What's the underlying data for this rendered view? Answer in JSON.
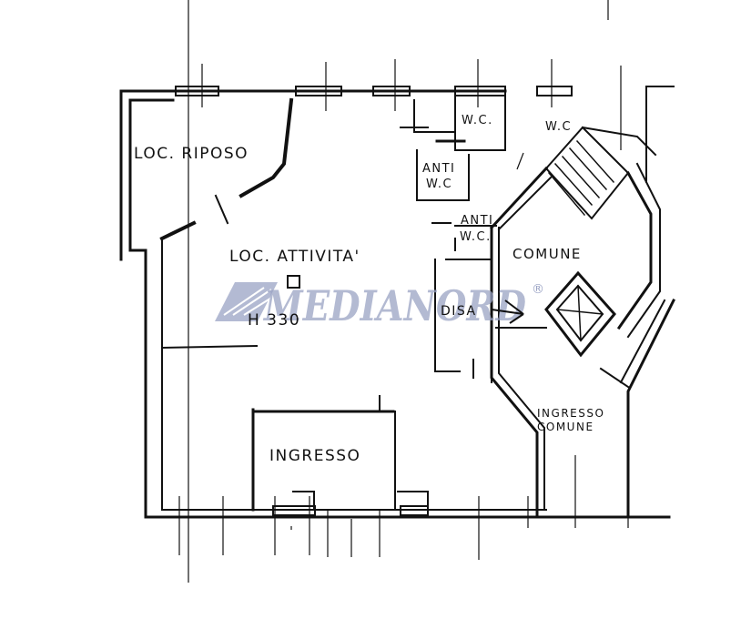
{
  "rooms": {
    "loc_riposo": "LOC. RIPOSO",
    "loc_attivita": "LOC. ATTIVITA'",
    "height": "H 330",
    "wc_1": "W.C.",
    "wc_2": "W.C",
    "anti_wc_1_line1": "ANTI",
    "anti_wc_1_line2": "W.C",
    "anti_wc_2_line1": "ANTI",
    "anti_wc_2_line2": "W.C.",
    "comune": "COMUNE",
    "disa": "DISA",
    "ingresso": "INGRESSO",
    "ingresso_comune_line1": "INGRESSO",
    "ingresso_comune_line2": "COMUNE"
  },
  "watermark": {
    "text": "MEDIANORD",
    "registered_mark": "®",
    "color": "#9aa3c4"
  },
  "colors": {
    "ink": "#111111",
    "background": "#ffffff"
  }
}
